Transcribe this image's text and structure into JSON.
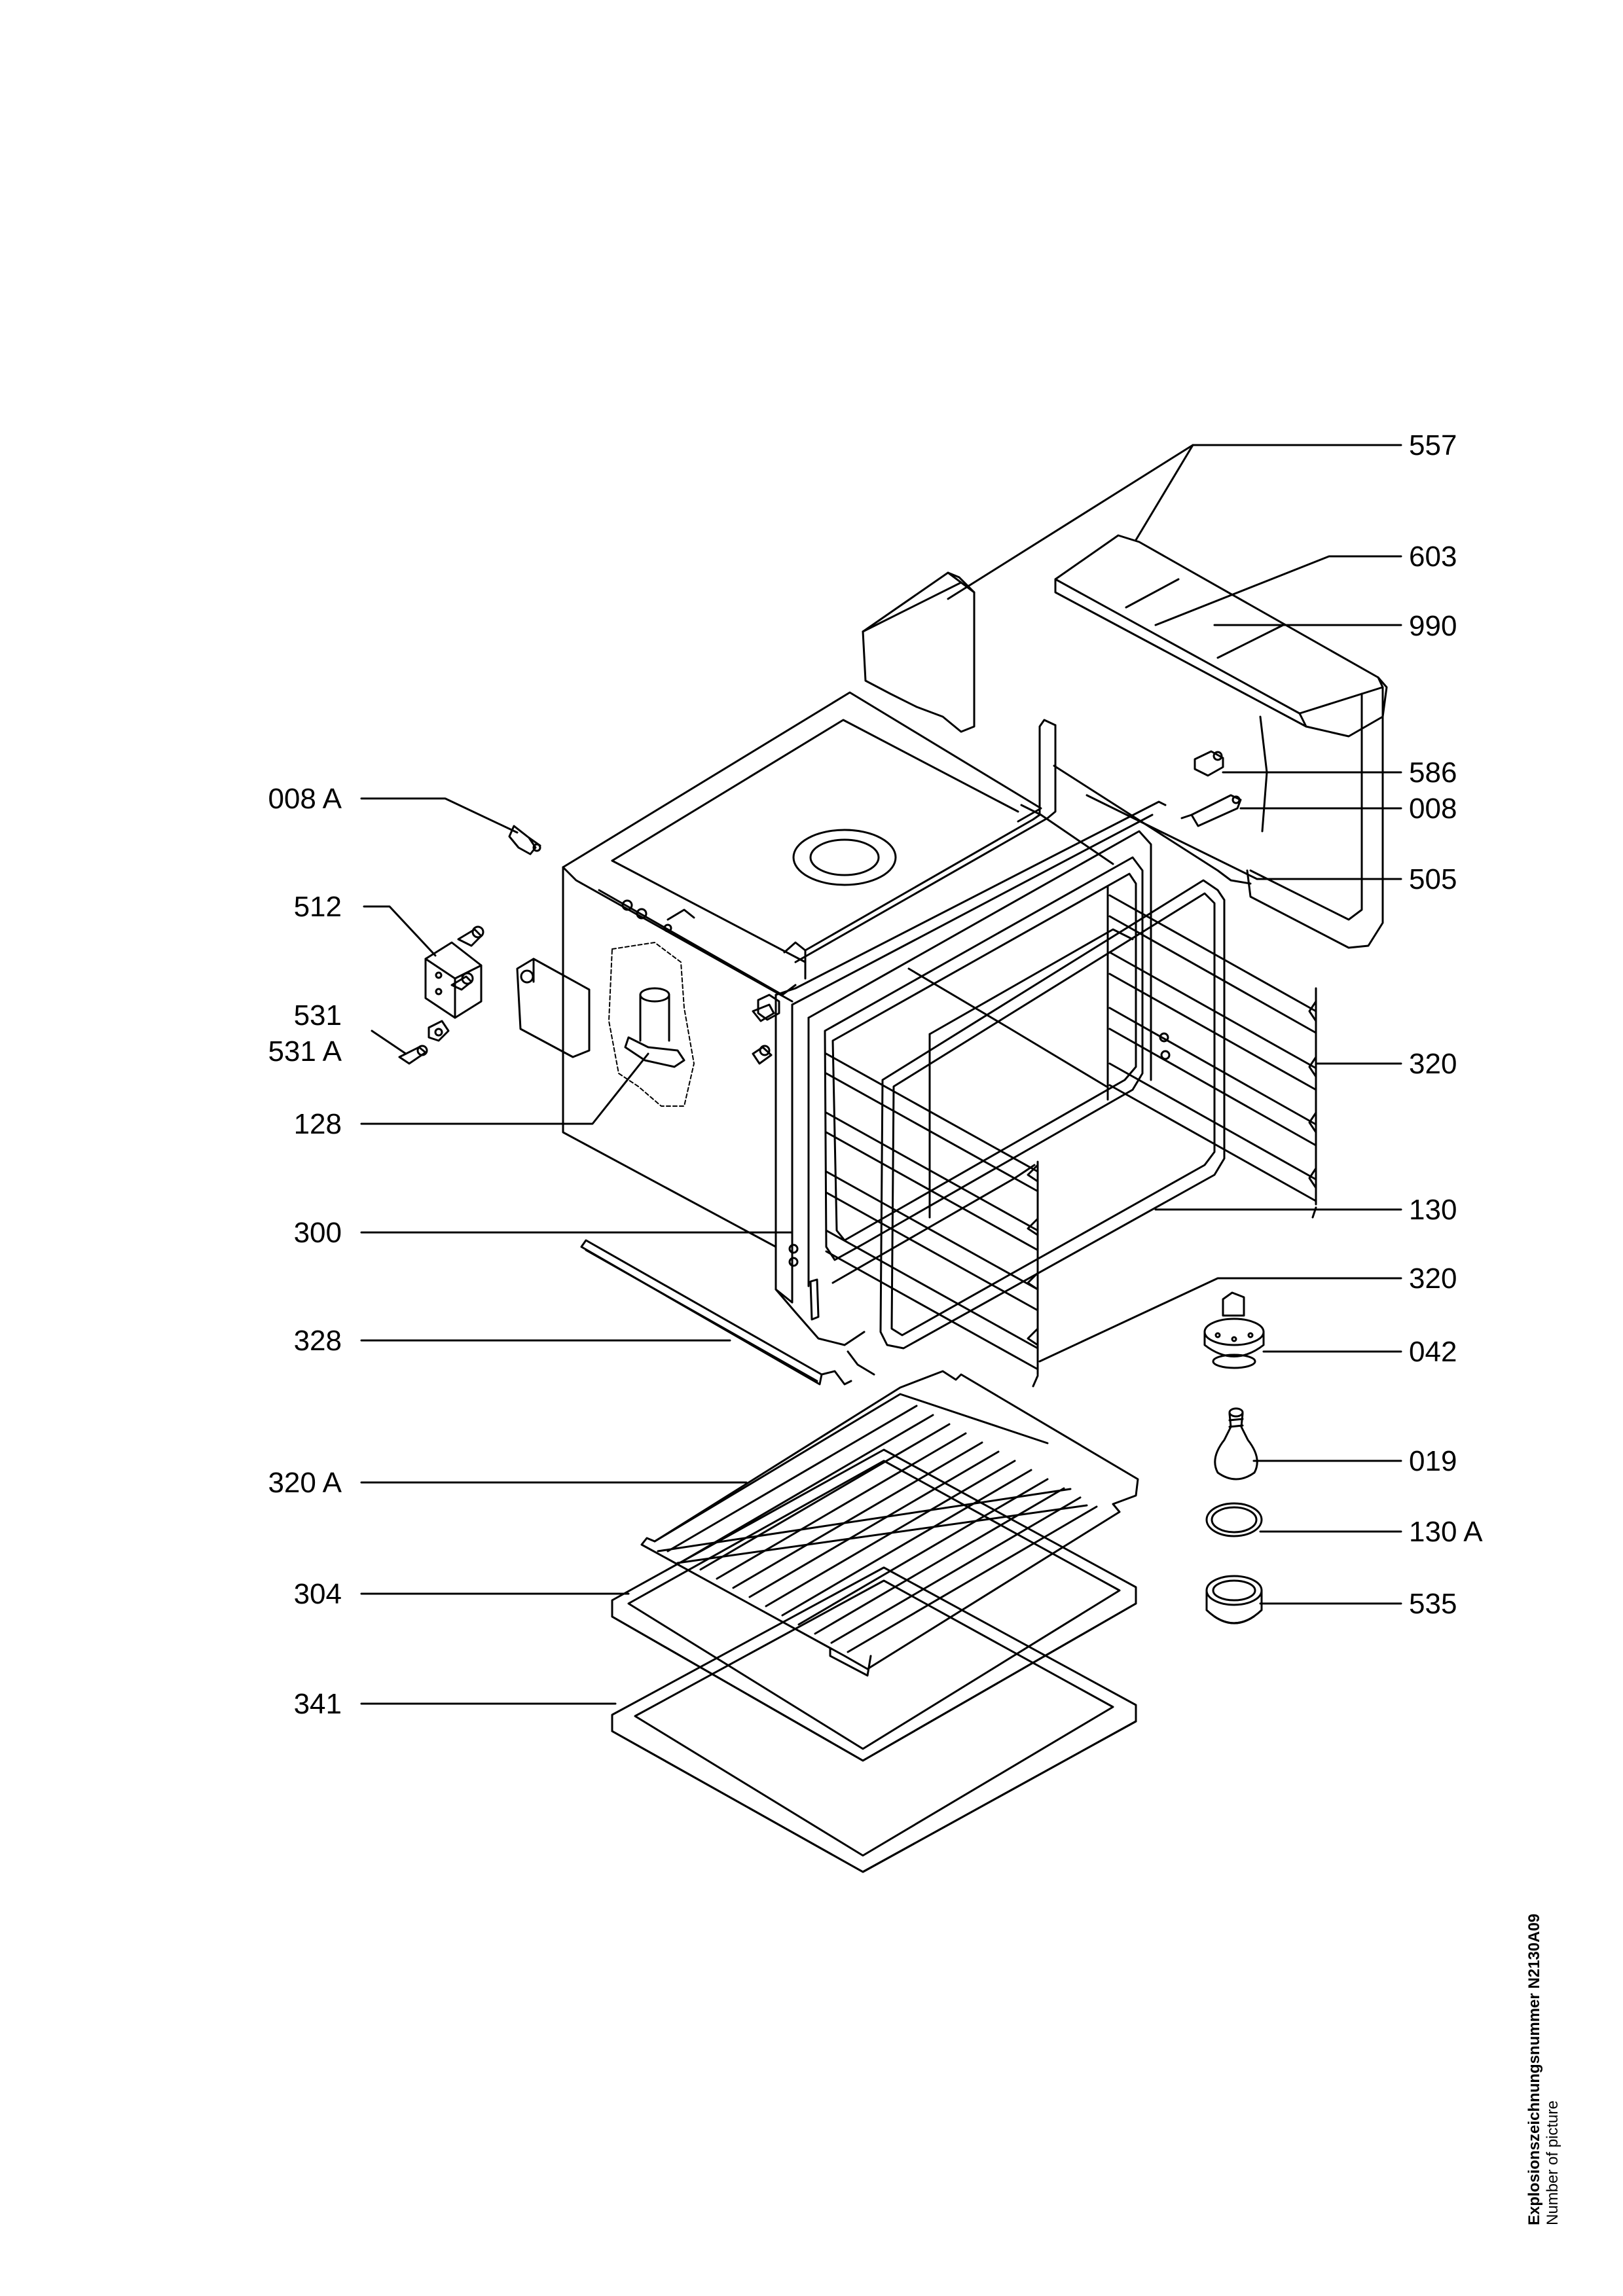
{
  "callouts_right": [
    "557",
    "603",
    "990",
    "586",
    "008",
    "505",
    "320",
    "130",
    "320",
    "042",
    "019",
    "130 A",
    "535"
  ],
  "callouts_left": [
    "008 A",
    "512",
    "531",
    "531 A",
    "128",
    "300",
    "328",
    "320 A",
    "304",
    "341"
  ],
  "caption": {
    "line1": "Explosionszeichnungsnummer N2130A09",
    "line2": "Number of picture"
  }
}
